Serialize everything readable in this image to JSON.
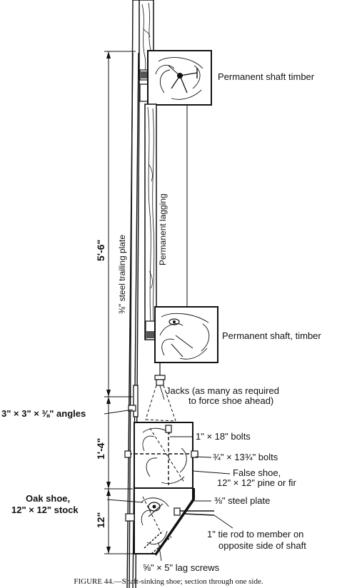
{
  "figure": {
    "caption": "FIGURE 44.—Shaft-sinking shoe; section through one side."
  },
  "labels": {
    "timber_upper": "Permanent shaft timber",
    "timber_lower": "Permanent shaft, timber",
    "lagging": "Permanent lagging",
    "trailing_plate": "⅜\" steel trailing plate",
    "dim_upper": "5'-6\"",
    "dim_middle": "1'-4\"",
    "dim_lower": "12\"",
    "angles": "3\" × 3\" × ⅜\" angles",
    "jacks_1": "Jacks (as many as required",
    "jacks_2": "to force shoe ahead)",
    "bolts_18": "1\" × 18\" bolts",
    "bolts_13": "¾\" × 13¾\" bolts",
    "false_shoe_1": "False shoe,",
    "false_shoe_2": "12\" × 12\" pine or fir",
    "oak_shoe_1": "Oak shoe,",
    "oak_shoe_2": "12\" × 12\" stock",
    "steel_plate": "⅜\" steel plate",
    "tie_rod_1": "1\" tie rod to member on",
    "tie_rod_2": "opposite side of shaft",
    "lag_screws": "⅝\" × 5\" lag screws"
  }
}
